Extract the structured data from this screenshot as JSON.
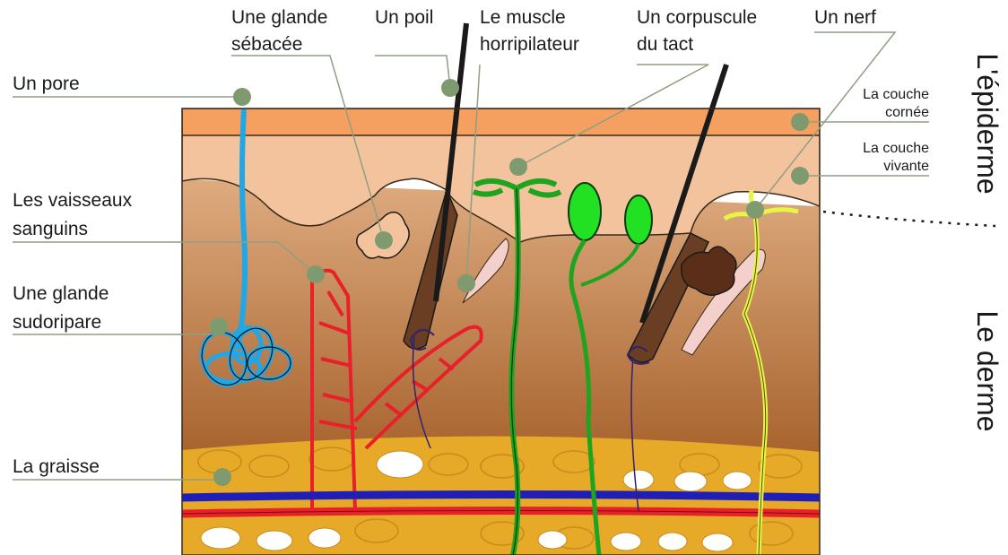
{
  "labels": {
    "pore": "Un pore",
    "vaisseaux_1": "Les vaisseaux",
    "vaisseaux_2": "sanguins",
    "sudoripare_1": "Une glande",
    "sudoripare_2": "sudoripare",
    "graisse": "La graisse",
    "sebacee_1": "Une glande",
    "sebacee_2": "sébacée",
    "poil": "Un poil",
    "muscle_1": "Le muscle",
    "muscle_2": "horripilateur",
    "corpuscule_1": "Un corpuscule",
    "corpuscule_2": "du tact",
    "nerf": "Un nerf",
    "cornee_1": "La couche",
    "cornee_2": "cornée",
    "vivante_1": "La couche",
    "vivante_2": "vivante",
    "epiderme": "L'épiderme",
    "derme": "Le derme"
  },
  "colors": {
    "cornee": "#f5a061",
    "vivante": "#f3c39d",
    "derme_top": "#deab7f",
    "derme_bottom": "#ad6a36",
    "graisse": "#e6a928",
    "hair": "#1a1a1a",
    "follicle": "#6a3e22",
    "sweat_gland": "#1fa7e6",
    "vessels_red": "#e8202a",
    "vein_blue": "#1f1fb8",
    "corpuscle_green": "#1fa41f",
    "bulb_green": "#22e022",
    "nerve_yellow": "#e8f545",
    "leader_line": "#8f9f82",
    "marker": "#7f9a6f"
  }
}
